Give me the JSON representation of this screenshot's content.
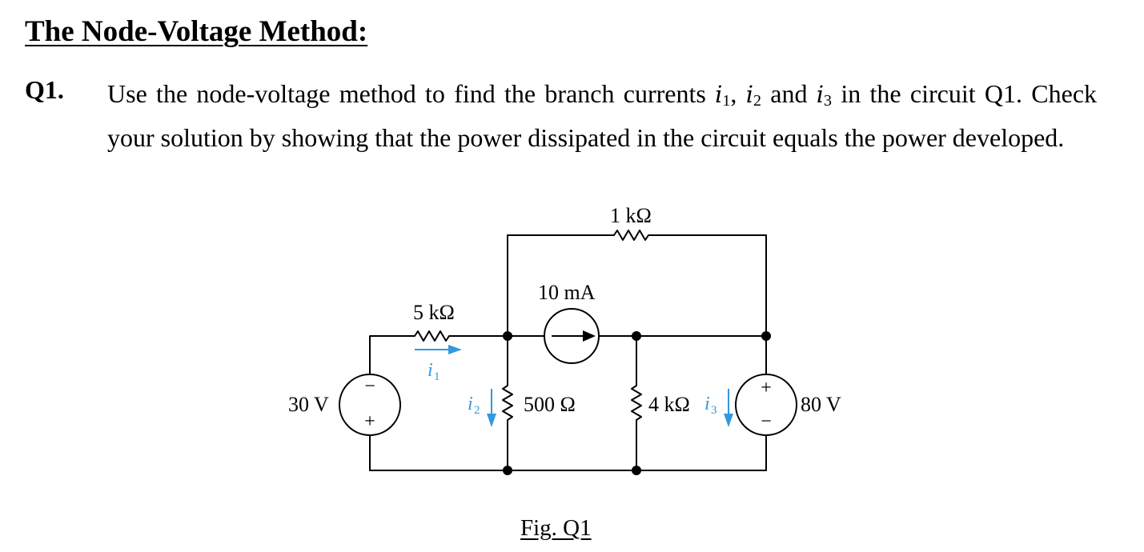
{
  "heading": "The Node-Voltage Method:",
  "question": {
    "label": "Q1.",
    "text_before": "Use the node-voltage method to find the branch currents ",
    "i1": "i",
    "i1_sub": "1",
    "sep1": ", ",
    "i2": "i",
    "i2_sub": "2",
    "and": " and ",
    "i3": "i",
    "i3_sub": "3",
    "text_after": " in the circuit Q1. Check your solution by showing that the power dissipated in the circuit equals the power developed."
  },
  "circuit": {
    "r_top": "1 kΩ",
    "current_source": "10 mA",
    "r_left": "5 kΩ",
    "i1_label": "i",
    "i1_sub": "1",
    "v_left": "30 V",
    "v_left_top_sign": "−",
    "v_left_bottom_sign": "+",
    "i2_label": "i",
    "i2_sub": "2",
    "r_mid": "500 Ω",
    "r_right": "4 kΩ",
    "i3_label": "i",
    "i3_sub": "3",
    "v_right": "80 V",
    "v_right_top_sign": "+",
    "v_right_bottom_sign": "−",
    "colors": {
      "wire": "#000000",
      "current_arrow": "#3399dd"
    }
  },
  "figure_caption": "Fig. Q1"
}
